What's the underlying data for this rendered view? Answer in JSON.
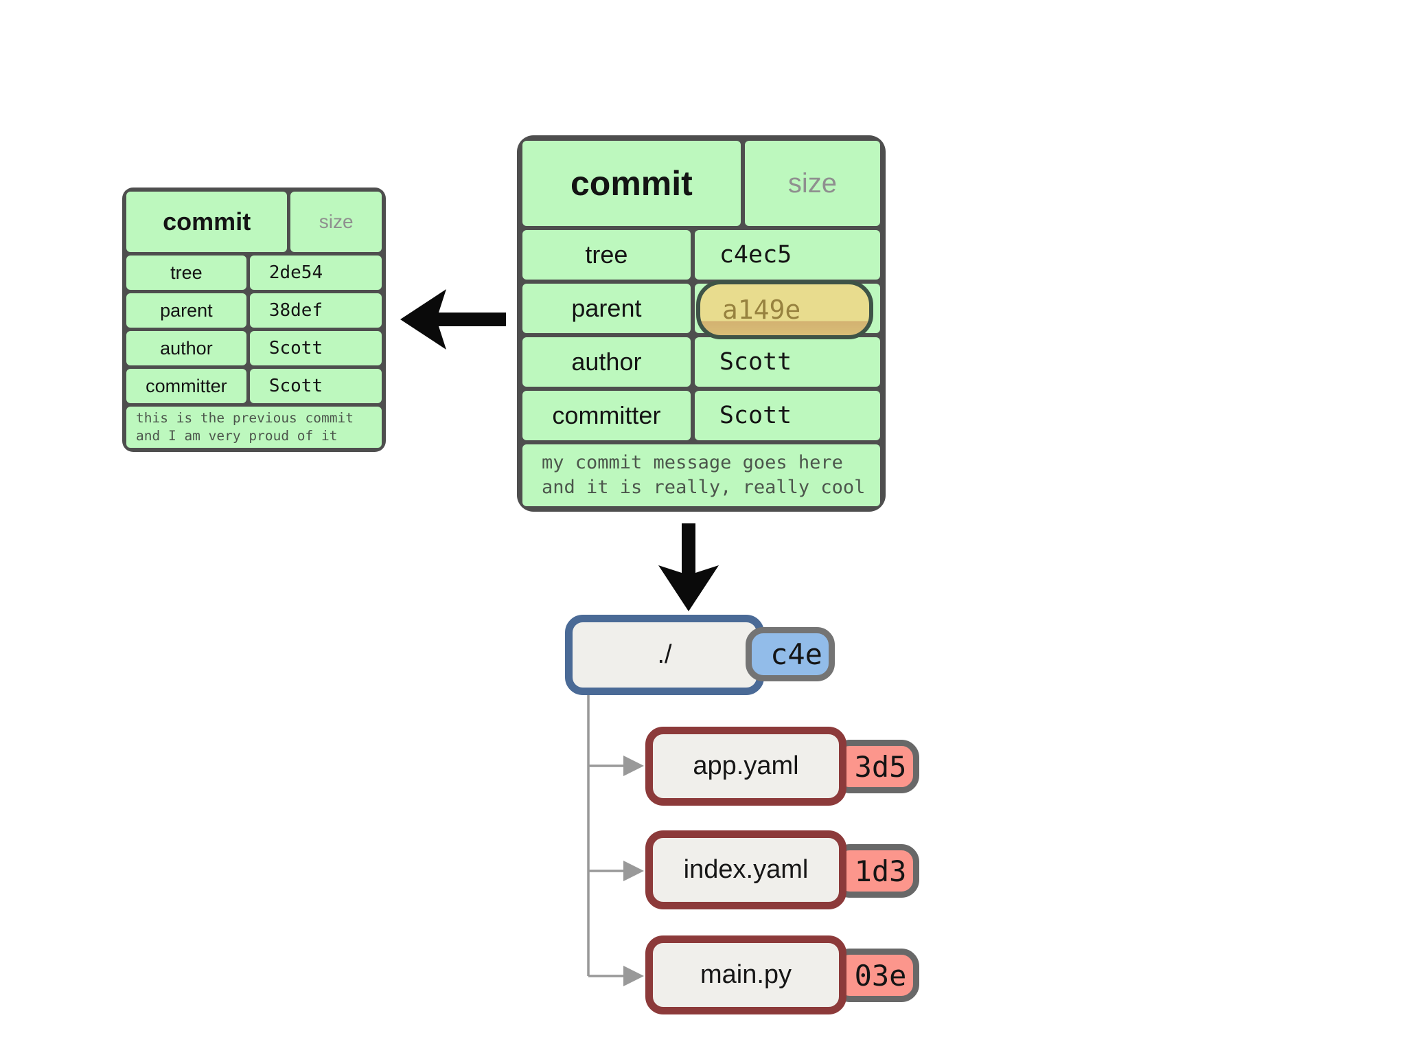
{
  "current_commit": {
    "title": "commit",
    "size_label": "size",
    "fields": [
      {
        "label": "tree",
        "value": "c4ec5"
      },
      {
        "label": "parent",
        "value": "a149e"
      },
      {
        "label": "author",
        "value": "Scott"
      },
      {
        "label": "committer",
        "value": "Scott"
      }
    ],
    "message": "my commit message goes here\nand it is really, really cool"
  },
  "previous_commit": {
    "title": "commit",
    "size_label": "size",
    "fields": [
      {
        "label": "tree",
        "value": "2de54"
      },
      {
        "label": "parent",
        "value": "38def"
      },
      {
        "label": "author",
        "value": "Scott"
      },
      {
        "label": "committer",
        "value": "Scott"
      }
    ],
    "message": "this is the previous commit\nand I am very proud of it"
  },
  "tree": {
    "root": {
      "name": "./",
      "hash": "c4e"
    },
    "entries": [
      {
        "name": "app.yaml",
        "hash": "3d5"
      },
      {
        "name": "index.yaml",
        "hash": "1d3"
      },
      {
        "name": "main.py",
        "hash": "03e"
      }
    ]
  },
  "colors": {
    "object_fill": "#bdf8be",
    "object_border": "#4e4e4e",
    "highlight_fill": "#e8dc8e",
    "highlight_border": "#3e5347",
    "tree_node_border": "#4a6a96",
    "tree_badge_fill": "#92bce9",
    "blob_node_border": "#8c3a3a",
    "blob_badge_fill": "#fc968c",
    "connector": "#999999",
    "arrow": "#0a0a0a"
  }
}
